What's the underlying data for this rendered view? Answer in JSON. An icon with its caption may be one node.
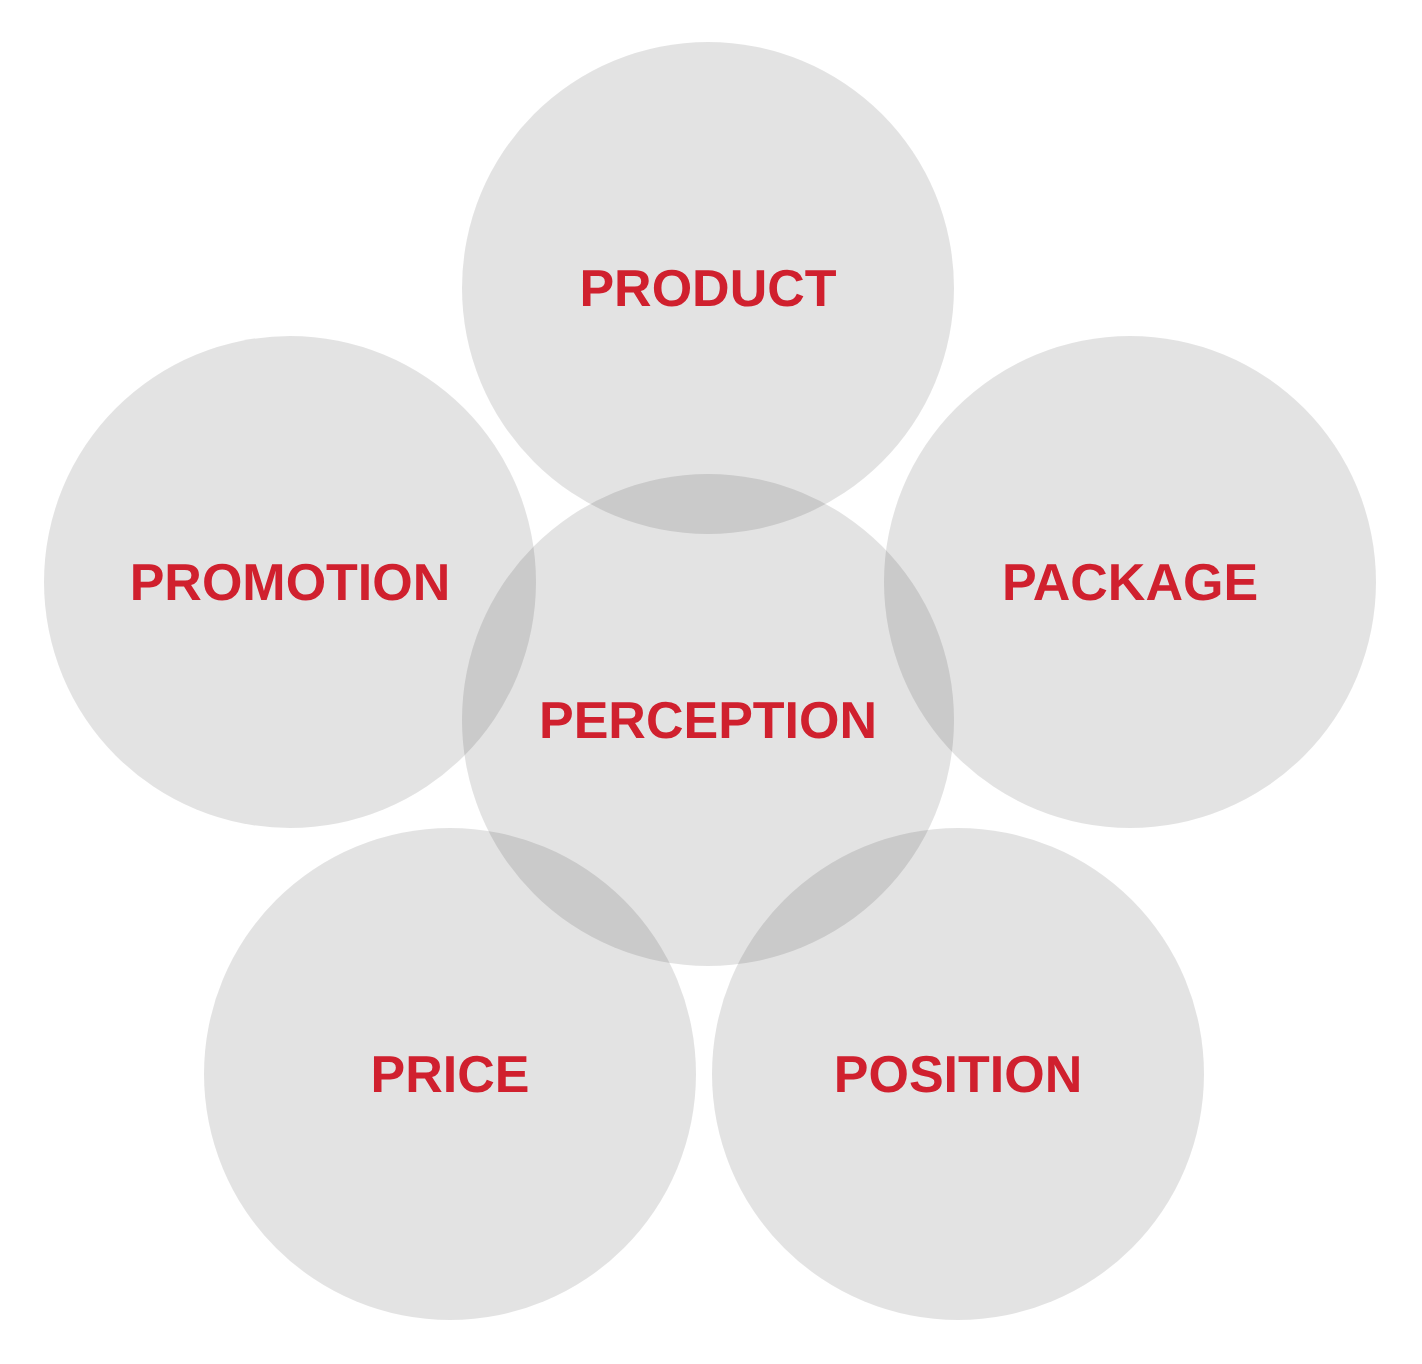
{
  "diagram": {
    "nodes": [
      {
        "text": [
          "PRODUCT"
        ]
      },
      {
        "text": [
          "PROMOTION"
        ]
      },
      {
        "text": [
          "PACKAGE"
        ]
      },
      {
        "text": [
          "PERCEPTION"
        ]
      },
      {
        "text": [
          "PRICE"
        ]
      },
      {
        "text": [
          "POSITION"
        ]
      }
    ]
  }
}
